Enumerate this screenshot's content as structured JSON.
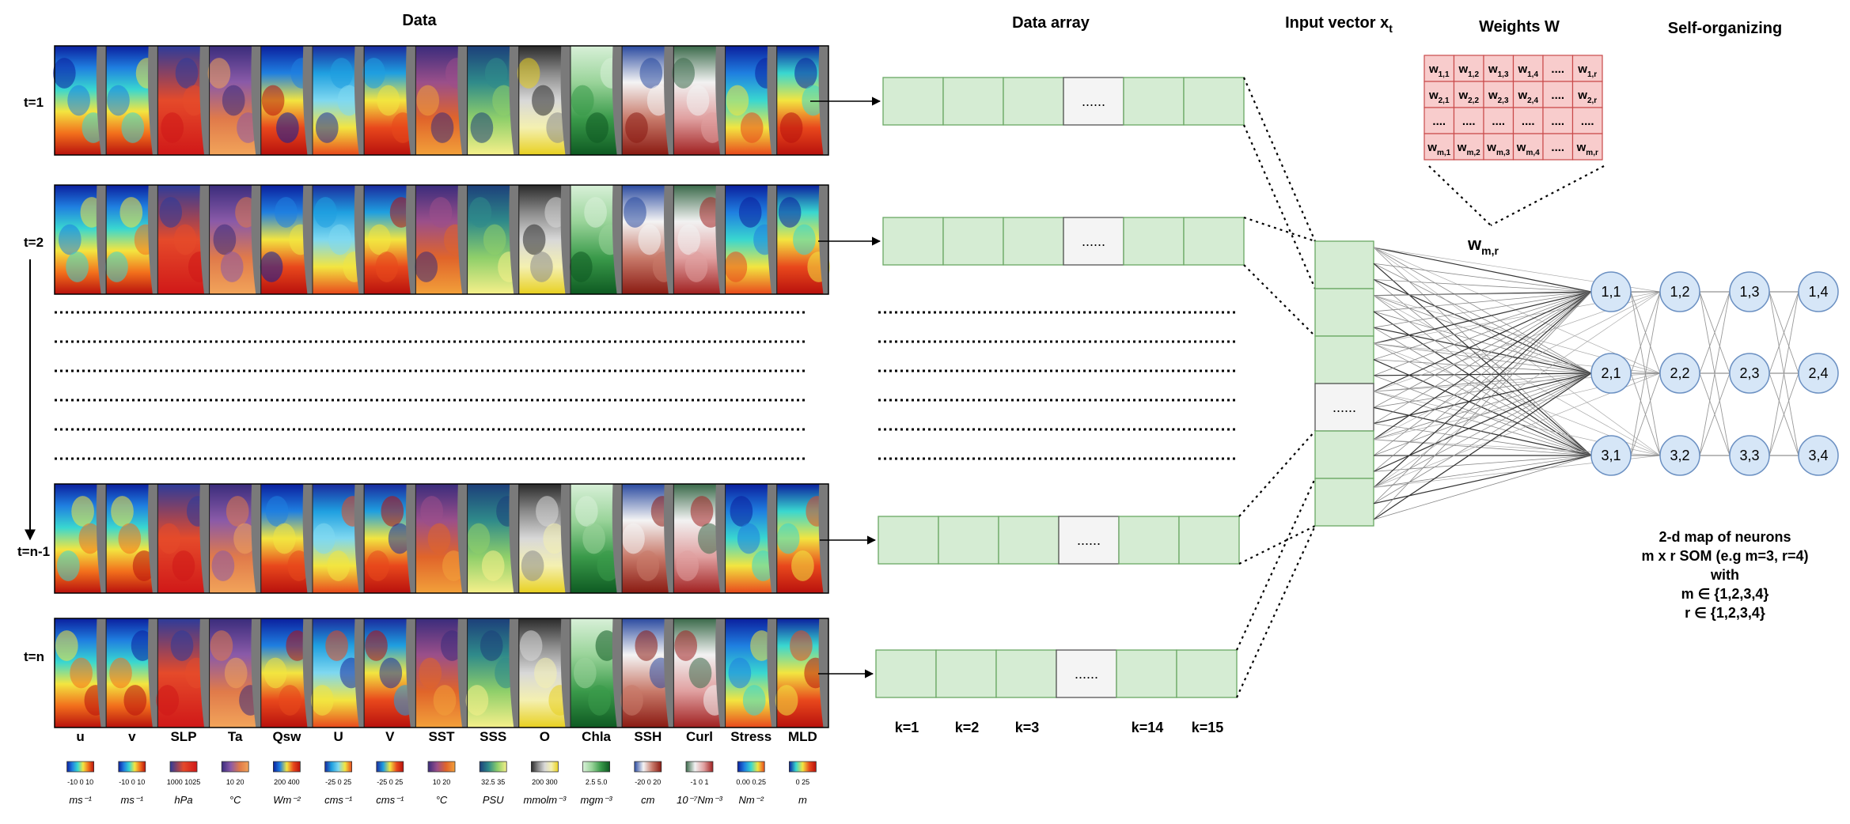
{
  "headers": {
    "data": "Data",
    "data_array": "Data array",
    "input_vector": "Input vector x",
    "input_vector_sub": "t",
    "weights": "Weights W",
    "self_org": "Self-organizing"
  },
  "time_steps": [
    {
      "label": "t=1",
      "dots": "......"
    },
    {
      "label": "t=2",
      "dots": "......"
    },
    {
      "label": "t=n-1",
      "dots": "......"
    },
    {
      "label": "t=n",
      "dots": "......"
    }
  ],
  "variables": [
    {
      "name": "u",
      "ticks": "-10 0 10",
      "unit": "ms⁻¹",
      "colors": [
        "#0b1f9e",
        "#1f7fe0",
        "#39d7d0",
        "#f3e540",
        "#f2701c",
        "#b8110d"
      ]
    },
    {
      "name": "v",
      "ticks": "-10 0 10",
      "unit": "ms⁻¹",
      "colors": [
        "#0b1f9e",
        "#1f7fe0",
        "#39d7d0",
        "#f3e540",
        "#f2701c",
        "#b8110d"
      ]
    },
    {
      "name": "SLP",
      "ticks": "1000 1025",
      "unit": "hPa",
      "colors": [
        "#2d3b9a",
        "#e54a2a",
        "#d01818"
      ]
    },
    {
      "name": "Ta",
      "ticks": "10 20",
      "unit": "°C",
      "colors": [
        "#3a2c7c",
        "#8a5aa8",
        "#e07a4a",
        "#f2a45a"
      ]
    },
    {
      "name": "Qsw",
      "ticks": "200 400",
      "unit": "Wm⁻²",
      "colors": [
        "#0b1f9e",
        "#1f7fe0",
        "#f3e540",
        "#e8481c",
        "#b8110d"
      ]
    },
    {
      "name": "U",
      "ticks": "-25 0 25",
      "unit": "cms⁻¹",
      "colors": [
        "#1a2a9e",
        "#1f9fe0",
        "#7fd8f0",
        "#f3e540",
        "#e8481c"
      ]
    },
    {
      "name": "V",
      "ticks": "-25 0 25",
      "unit": "cms⁻¹",
      "colors": [
        "#1a2a9e",
        "#1f9fe0",
        "#f3e540",
        "#e8481c",
        "#b8110d"
      ]
    },
    {
      "name": "SST",
      "ticks": "10 20",
      "unit": "°C",
      "colors": [
        "#3a2c7c",
        "#9a4f8a",
        "#e0642a",
        "#f2a03a"
      ]
    },
    {
      "name": "SSS",
      "ticks": "32.5 35",
      "unit": "PSU",
      "colors": [
        "#1c3f7a",
        "#2f8a8a",
        "#8fcf6a",
        "#f6f08a"
      ]
    },
    {
      "name": "O",
      "ticks": "200 300",
      "unit": "mmolm⁻³",
      "colors": [
        "#2a2a2a",
        "#8a8a8a",
        "#d8d8d8",
        "#f4f0b0",
        "#e8d020"
      ]
    },
    {
      "name": "Chla",
      "ticks": "2.5 5.0",
      "unit": "mgm⁻³",
      "colors": [
        "#d8f0d8",
        "#9ad49a",
        "#3a9a4a",
        "#0e5a22"
      ]
    },
    {
      "name": "SSH",
      "ticks": "-20 0 20",
      "unit": "cm",
      "colors": [
        "#2a4aa0",
        "#f4f4f4",
        "#c87a6a",
        "#8a1a12"
      ]
    },
    {
      "name": "Curl",
      "ticks": "-1 0 1",
      "unit": "10⁻⁷Nm⁻³",
      "colors": [
        "#3a6a4a",
        "#f2f2f2",
        "#e0a0a0",
        "#a02020"
      ]
    },
    {
      "name": "Stress",
      "ticks": "0.00 0.25",
      "unit": "Nm⁻²",
      "colors": [
        "#0b1f9e",
        "#1f7fe0",
        "#39d7d0",
        "#f3e540",
        "#e8481c"
      ]
    },
    {
      "name": "MLD",
      "ticks": "0 25",
      "unit": "m",
      "colors": [
        "#0b1f9e",
        "#39d7d0",
        "#f3e540",
        "#e8481c",
        "#b8110d"
      ]
    }
  ],
  "k_labels": [
    "k=1",
    "k=2",
    "k=3",
    "k=14",
    "k=15"
  ],
  "input_dots": "......",
  "weights_matrix": [
    [
      {
        "b": "w",
        "s": "1,1"
      },
      {
        "b": "w",
        "s": "1,2"
      },
      {
        "b": "w",
        "s": "1,3"
      },
      {
        "b": "w",
        "s": "1,4"
      },
      {
        "b": "....",
        "s": ""
      },
      {
        "b": "w",
        "s": "1,r"
      }
    ],
    [
      {
        "b": "w",
        "s": "2,1"
      },
      {
        "b": "w",
        "s": "2,2"
      },
      {
        "b": "w",
        "s": "2,3"
      },
      {
        "b": "w",
        "s": "2,4"
      },
      {
        "b": "....",
        "s": ""
      },
      {
        "b": "w",
        "s": "2,r"
      }
    ],
    [
      {
        "b": "....",
        "s": ""
      },
      {
        "b": "....",
        "s": ""
      },
      {
        "b": "....",
        "s": ""
      },
      {
        "b": "....",
        "s": ""
      },
      {
        "b": "....",
        "s": ""
      },
      {
        "b": "....",
        "s": ""
      }
    ],
    [
      {
        "b": "w",
        "s": "m,1"
      },
      {
        "b": "w",
        "s": "m,2"
      },
      {
        "b": "w",
        "s": "m,3"
      },
      {
        "b": "w",
        "s": "m,4"
      },
      {
        "b": "....",
        "s": ""
      },
      {
        "b": "w",
        "s": "m,r"
      }
    ]
  ],
  "wmr": {
    "b": "w",
    "s": "m,r"
  },
  "neurons": [
    [
      "1,1",
      "1,2",
      "1,3",
      "1,4"
    ],
    [
      "2,1",
      "2,2",
      "2,3",
      "2,4"
    ],
    [
      "3,1",
      "3,2",
      "3,3",
      "3,4"
    ]
  ],
  "som_text": [
    "2-d map of neurons",
    "m x r SOM (e.g m=3, r=4)",
    "with",
    "m ∈ {1,2,3,4}",
    "r ∈ {1,2,3,4}"
  ],
  "colors": {
    "green_fill": "#d5ecd3",
    "green_stroke": "#6aa863",
    "grey_cell": "#f4f4f4",
    "pink_fill": "#f8cccc",
    "pink_stroke": "#c94a4a",
    "neuron_fill": "#d6e6f7",
    "neuron_stroke": "#6b90c2"
  }
}
